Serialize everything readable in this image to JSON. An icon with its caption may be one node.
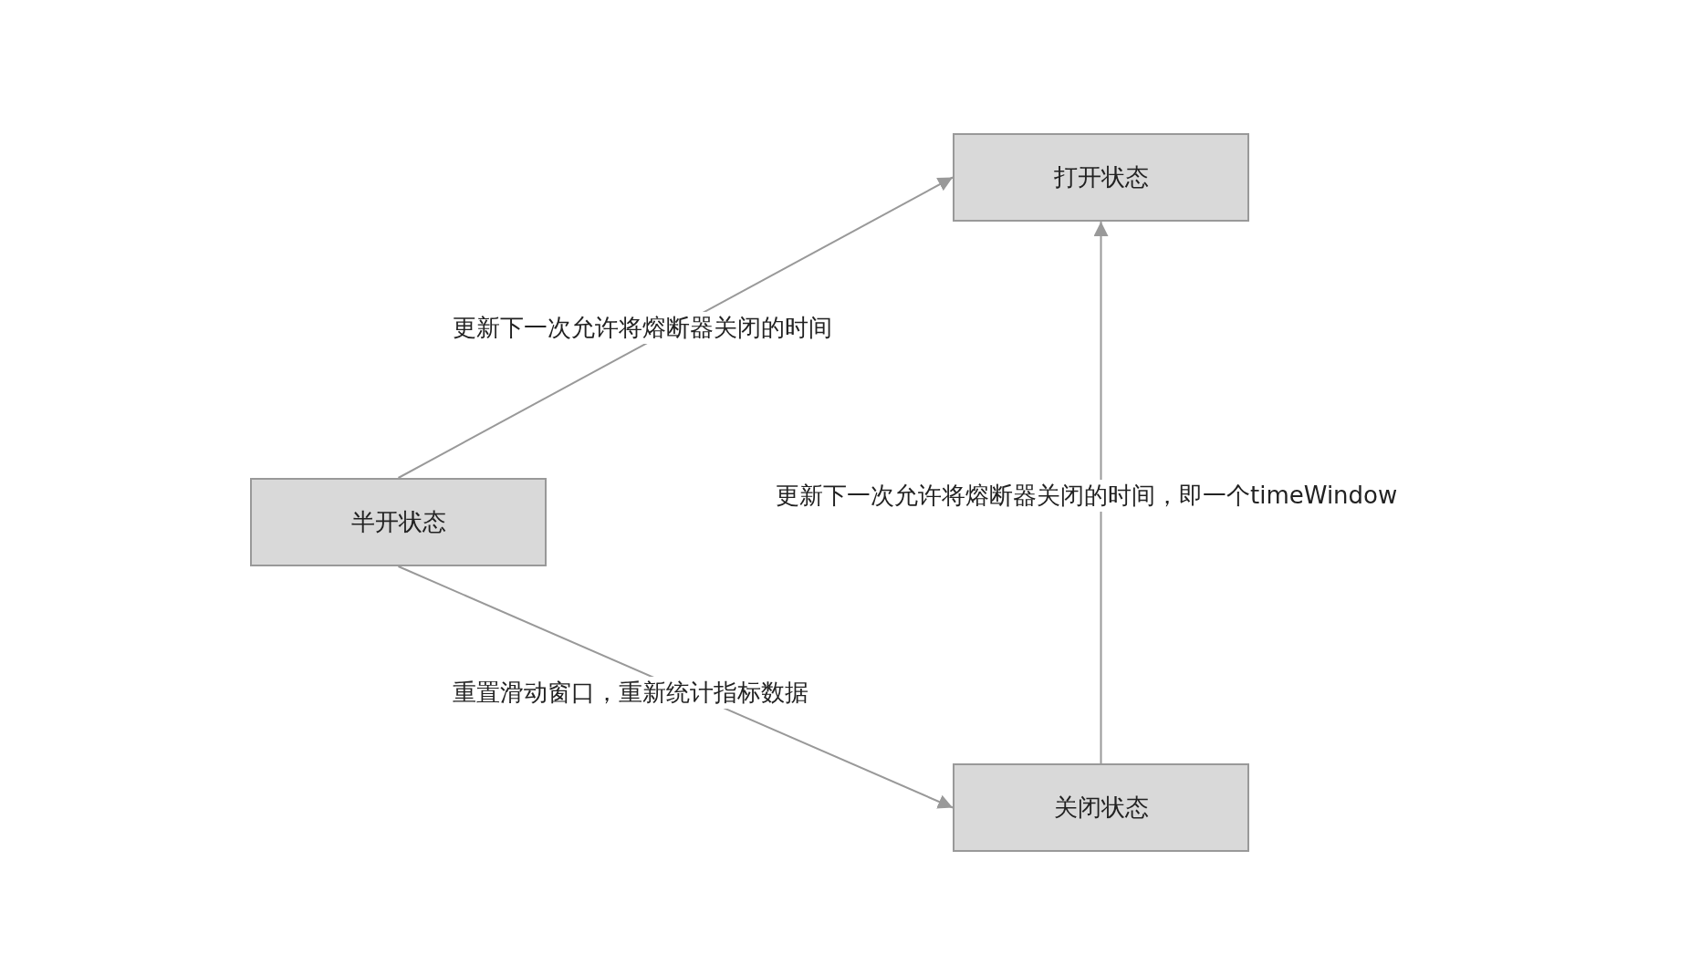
{
  "diagram": {
    "nodes": [
      {
        "text": [
          "打开状态"
        ]
      },
      {
        "text": [
          "半开状态"
        ]
      },
      {
        "text": [
          "关闭状态"
        ]
      }
    ],
    "edges": [
      {
        "from": 1,
        "to": 0,
        "arrow": "to",
        "label": "更新下一次允许将熔断器关闭的时间"
      },
      {
        "from": 1,
        "to": 2,
        "arrow": "to",
        "label": "重置滑动窗口，重新统计指标数据"
      },
      {
        "from": 2,
        "to": 0,
        "arrow": "to",
        "label": "更新下一次允许将熔断器关闭的时间，即一个timeWindow"
      }
    ]
  }
}
